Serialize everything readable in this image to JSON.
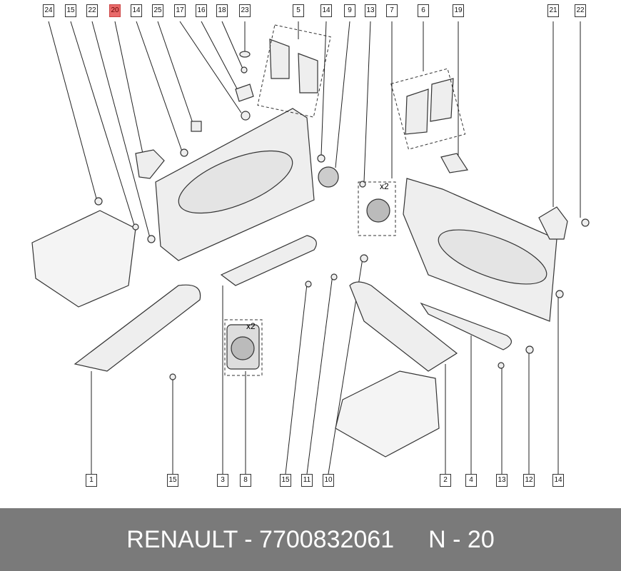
{
  "diagram": {
    "top_labels": [
      "24",
      "15",
      "22",
      "20",
      "14",
      "25",
      "17",
      "16",
      "18",
      "23",
      "5",
      "14",
      "9",
      "13",
      "7",
      "6",
      "19",
      "21",
      "22"
    ],
    "bottom_labels": [
      "1",
      "15",
      "3",
      "8",
      "15",
      "11",
      "10",
      "2",
      "4",
      "13",
      "12",
      "14"
    ],
    "highlighted_label": "20",
    "multiplier_1": "x2",
    "multiplier_2": "x2",
    "highlight_color": "#e96a6a"
  },
  "footer": {
    "part_ref": "RENAULT - 7700832061",
    "position": "N - 20"
  }
}
